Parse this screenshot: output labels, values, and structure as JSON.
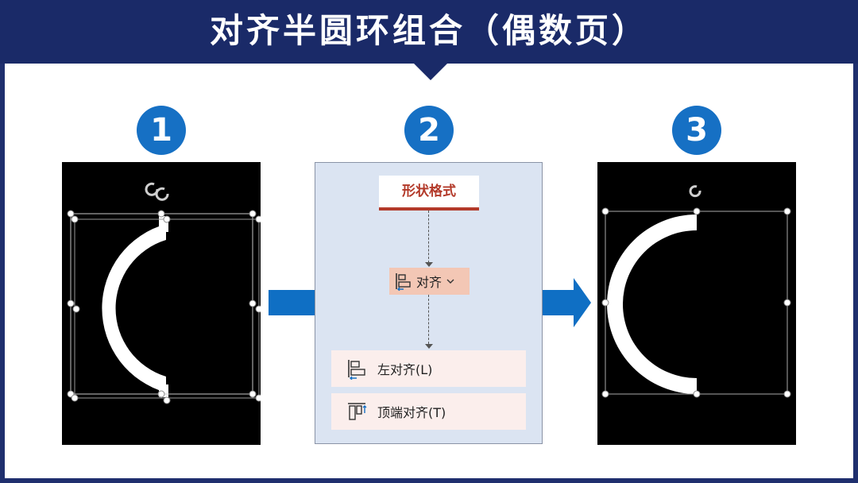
{
  "banner": {
    "title": "对齐半圆环组合（偶数页）"
  },
  "steps": [
    {
      "number": "1"
    },
    {
      "number": "2"
    },
    {
      "number": "3"
    }
  ],
  "ribbon": {
    "tab_label": "形状格式",
    "align_button_label": "对齐",
    "menu_items": [
      {
        "label": "左对齐(L)",
        "icon": "align-left-icon"
      },
      {
        "label": "顶端对齐(T)",
        "icon": "align-top-icon"
      }
    ]
  },
  "colors": {
    "banner": "#1a2a68",
    "step_badge": "#1670c4",
    "arrow": "#0f6fc4",
    "tab_accent": "#b33a2a",
    "align_button_bg": "#f3c7b5",
    "menu_item_bg": "#fbeeec",
    "mid_panel_bg": "#dbe4f2"
  }
}
